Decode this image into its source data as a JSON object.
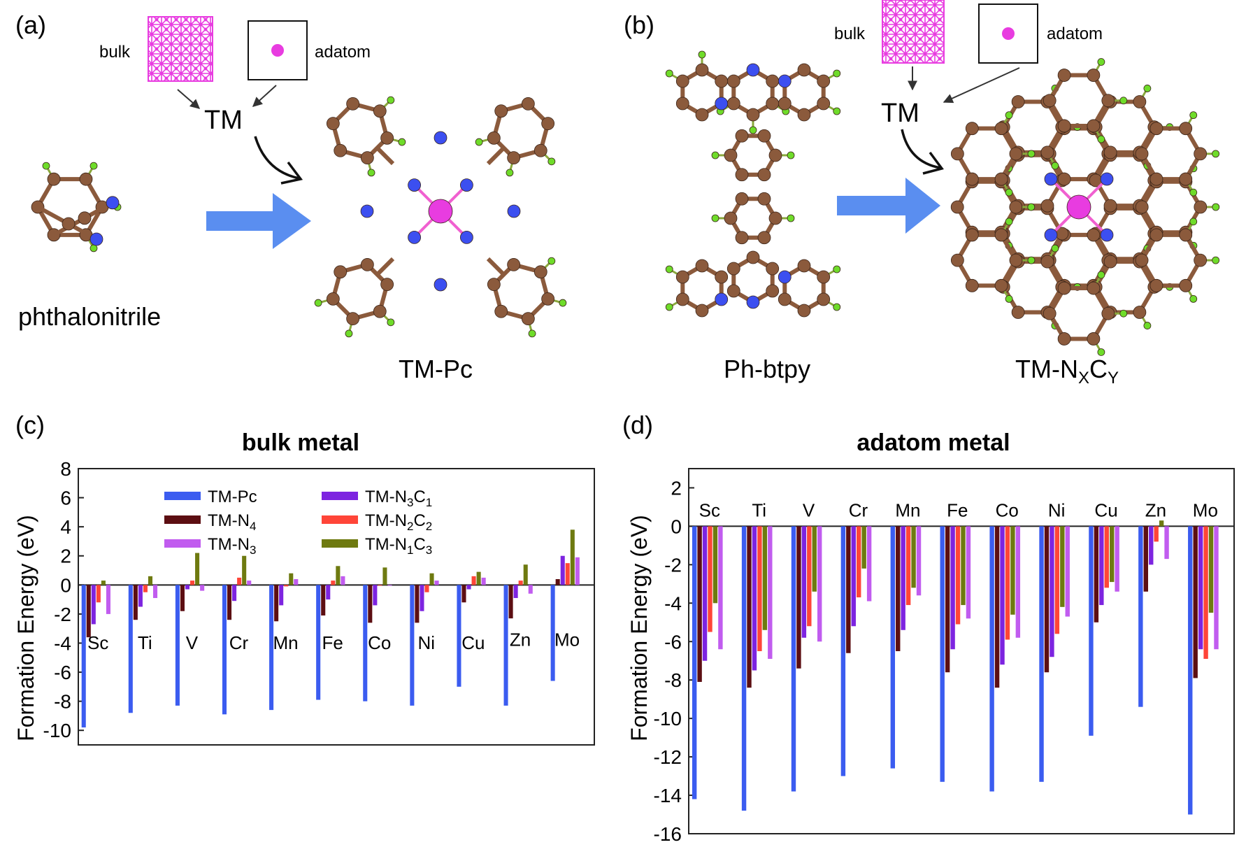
{
  "panels": {
    "a": {
      "label": "(a)",
      "bulk_label": "bulk",
      "adatom_label": "adatom",
      "tm_label": "TM",
      "reactant_label": "phthalonitrile",
      "product_label": "TM-Pc"
    },
    "b": {
      "label": "(b)",
      "bulk_label": "bulk",
      "adatom_label": "adatom",
      "tm_label": "TM",
      "reactant_label": "Ph-btpy",
      "product_label_main": "TM-N",
      "product_sub_x": "X",
      "product_mid": "C",
      "product_sub_y": "Y"
    },
    "c": {
      "label": "(c)"
    },
    "d": {
      "label": "(d)"
    }
  },
  "colors": {
    "TM-Pc": "#3b5cf0",
    "TM-N4": "#5c0e12",
    "TM-N3C1": "#7d24e0",
    "TM-N2C2": "#ff4538",
    "TM-N1C3": "#6e7a10",
    "TM-N3": "#c15cef",
    "carbon": "#8b5a3c",
    "nitrogen": "#3c4ff0",
    "hydrogen": "#6fdc2a",
    "metal": "#e83ce0",
    "arrow": "#5a8ef0"
  },
  "chart_data": [
    {
      "type": "bar",
      "title": "bulk metal",
      "ylabel": "Formation Energy (eV)",
      "ylim": [
        -11,
        8
      ],
      "yticks": [
        -10,
        -8,
        -6,
        -4,
        -2,
        0,
        2,
        4,
        6,
        8
      ],
      "categories": [
        "Sc",
        "Ti",
        "V",
        "Cr",
        "Mn",
        "Fe",
        "Co",
        "Ni",
        "Cu",
        "Zn",
        "Mo"
      ],
      "legend": [
        {
          "key": "TM-Pc",
          "base": "TM-Pc",
          "sub": "",
          "mid": "",
          "sub2": ""
        },
        {
          "key": "TM-N4",
          "base": "TM-N",
          "sub": "4",
          "mid": "",
          "sub2": ""
        },
        {
          "key": "TM-N3",
          "base": "TM-N",
          "sub": "3",
          "mid": "",
          "sub2": ""
        },
        {
          "key": "TM-N3C1",
          "base": "TM-N",
          "sub": "3",
          "mid": "C",
          "sub2": "1"
        },
        {
          "key": "TM-N2C2",
          "base": "TM-N",
          "sub": "2",
          "mid": "C",
          "sub2": "2"
        },
        {
          "key": "TM-N1C3",
          "base": "TM-N",
          "sub": "1",
          "mid": "C",
          "sub2": "3"
        }
      ],
      "series": [
        {
          "key": "TM-Pc",
          "values": [
            -9.8,
            -8.8,
            -8.3,
            -8.9,
            -8.6,
            -7.9,
            -8.0,
            -8.3,
            -7.0,
            -8.3,
            -6.6
          ]
        },
        {
          "key": "TM-N4",
          "values": [
            -3.6,
            -2.4,
            -1.8,
            -2.4,
            -2.5,
            -2.1,
            -2.6,
            -2.6,
            -1.2,
            -2.3,
            0.4
          ]
        },
        {
          "key": "TM-N3C1",
          "values": [
            -2.7,
            -1.5,
            -0.3,
            -1.1,
            -1.4,
            -1.0,
            -1.4,
            -1.8,
            -0.3,
            -0.9,
            2.0
          ]
        },
        {
          "key": "TM-N2C2",
          "values": [
            -1.2,
            -0.5,
            0.3,
            0.5,
            -0.1,
            0.3,
            0.0,
            -0.5,
            0.6,
            0.3,
            1.5
          ]
        },
        {
          "key": "TM-N1C3",
          "values": [
            0.3,
            0.6,
            2.2,
            2.0,
            0.8,
            1.3,
            1.2,
            0.8,
            0.9,
            1.4,
            3.8
          ]
        },
        {
          "key": "TM-N3",
          "values": [
            -2.0,
            -0.9,
            -0.4,
            0.3,
            0.4,
            0.6,
            0.0,
            0.3,
            0.5,
            -0.6,
            1.9
          ]
        }
      ]
    },
    {
      "type": "bar",
      "title": "adatom metal",
      "ylabel": "Formation Energy (eV)",
      "ylim": [
        -16,
        3
      ],
      "yticks": [
        -16,
        -14,
        -12,
        -10,
        -8,
        -6,
        -4,
        -2,
        0,
        2
      ],
      "categories": [
        "Sc",
        "Ti",
        "V",
        "Cr",
        "Mn",
        "Fe",
        "Co",
        "Ni",
        "Cu",
        "Zn",
        "Mo"
      ],
      "series": [
        {
          "key": "TM-Pc",
          "values": [
            -14.2,
            -14.8,
            -13.8,
            -13.0,
            -12.6,
            -13.3,
            -13.8,
            -13.3,
            -10.9,
            -9.4,
            -15.0
          ]
        },
        {
          "key": "TM-N4",
          "values": [
            -8.1,
            -8.4,
            -7.4,
            -6.6,
            -6.5,
            -7.6,
            -8.4,
            -7.6,
            -5.0,
            -3.4,
            -7.9
          ]
        },
        {
          "key": "TM-N3C1",
          "values": [
            -7.0,
            -7.5,
            -5.8,
            -5.2,
            -5.4,
            -6.4,
            -7.2,
            -6.8,
            -4.1,
            -2.0,
            -6.4
          ]
        },
        {
          "key": "TM-N2C2",
          "values": [
            -5.5,
            -6.5,
            -5.2,
            -3.7,
            -4.1,
            -5.1,
            -5.9,
            -5.6,
            -3.2,
            -0.8,
            -6.9
          ]
        },
        {
          "key": "TM-N1C3",
          "values": [
            -4.0,
            -5.4,
            -3.4,
            -2.2,
            -3.2,
            -4.1,
            -4.6,
            -4.2,
            -2.9,
            0.3,
            -4.5
          ]
        },
        {
          "key": "TM-N3",
          "values": [
            -6.4,
            -6.9,
            -6.0,
            -3.9,
            -3.6,
            -4.8,
            -5.8,
            -4.7,
            -3.4,
            -1.7,
            -6.4
          ]
        }
      ]
    }
  ]
}
